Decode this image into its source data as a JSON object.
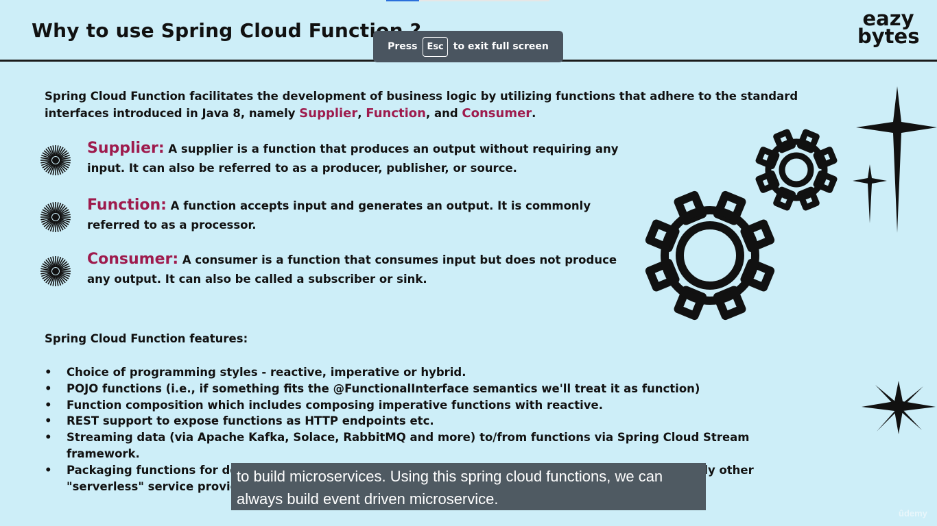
{
  "header": {
    "title": "Why to use Spring Cloud Function ?",
    "brand_line1": "eazy",
    "brand_line2": "bytes"
  },
  "fullscreen_toast": {
    "press": "Press",
    "key": "Esc",
    "message": "to exit full screen"
  },
  "intro": {
    "prefix": "Spring Cloud Function facilitates the development of business logic by utilizing functions that adhere to the standard interfaces introduced in Java 8, namely ",
    "supplier": "Supplier",
    "sep1": ", ",
    "function": "Function",
    "sep2": ", and ",
    "consumer": "Consumer",
    "suffix": "."
  },
  "items": [
    {
      "term": "Supplier:",
      "desc": " A supplier is a function that produces an output without requiring any input. It can also be referred to as a producer, publisher, or source."
    },
    {
      "term": "Function:",
      "desc": " A function accepts input and generates an output. It is commonly referred to as a processor."
    },
    {
      "term": "Consumer:",
      "desc": " A consumer is a function that consumes input but does not produce any output. It can also be called a subscriber or sink."
    }
  ],
  "features": {
    "title": "Spring Cloud Function features:",
    "bullet": "•",
    "list": [
      "Choice of programming styles - reactive, imperative or hybrid.",
      "POJO functions (i.e., if something fits the @FunctionalInterface semantics we'll treat it as function)",
      "Function composition which includes composing imperative functions with reactive.",
      "REST support to expose functions as HTTP endpoints etc.",
      "Streaming data (via Apache Kafka, Solace, RabbitMQ and more) to/from functions via Spring Cloud Stream framework.",
      "Packaging functions for deployments, specific to the target platform (e.g., AWS Lambda and possibly other \"serverless\" service providers)"
    ]
  },
  "caption": {
    "line1": "to build microservices. Using this spring cloud functions, we can",
    "line2": "always build event driven microservice."
  },
  "watermark": "ûdemy",
  "icons": {
    "bullet_burst": "starburst-icon",
    "gear_small": "gear-icon",
    "gear_large": "gear-icon",
    "sparkle": "sparkle-icon"
  },
  "colors": {
    "background": "#cdeef8",
    "accent": "#9e1b4d",
    "caption_bg": "#4f5a62",
    "toast_bg": "#4a5560"
  }
}
